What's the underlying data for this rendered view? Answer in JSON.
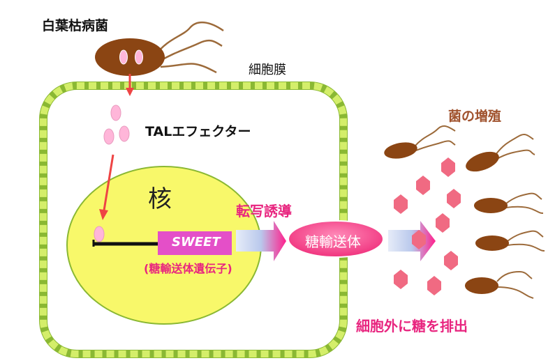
{
  "labels": {
    "pathogen": "白葉枯病菌",
    "membrane": "細胞膜",
    "effector": "TALエフェクター",
    "nucleus": "核",
    "transcription": "転写誘導",
    "gene": "SWEET",
    "gene_desc": "(糖輸送体遺伝子)",
    "transporter": "糖輸送体",
    "proliferation": "菌の増殖",
    "efflux": "細胞外に糖を排出"
  },
  "colors": {
    "bacteria": "#8B4513",
    "bacteria_spot": "#FFB6D9",
    "membrane_light": "#C8E65A",
    "membrane_dark": "#8AB833",
    "nucleus": "#F8F86A",
    "nucleus_border": "#8AB833",
    "arrow_red": "#EE4444",
    "magenta": "#E8257F",
    "hexagon": "#F06A82",
    "gene_box": "#E44FC8",
    "label_brown": "#A0522D"
  },
  "icons": {
    "bacterium": "bacterium-icon",
    "sugar": "sugar-hexagon-icon",
    "effector": "effector-protein-icon"
  }
}
